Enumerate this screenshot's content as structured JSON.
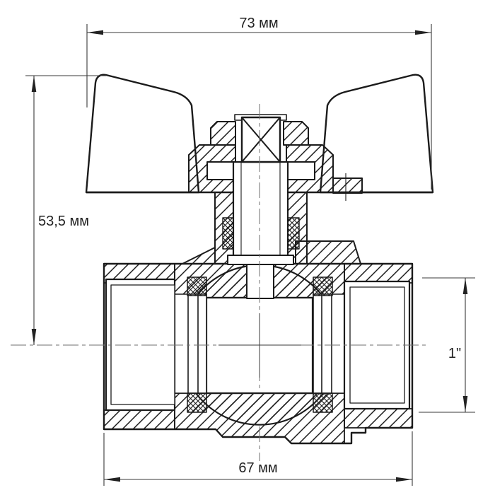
{
  "meta": {
    "title": "Ball valve cross-section technical drawing",
    "background_color": "#ffffff",
    "line_color": "#1b1b1b",
    "dimension_line_color": "#3a3a3a",
    "text_color": "#222222"
  },
  "dimensions": {
    "overall_width": {
      "label": "73 мм",
      "value": 73,
      "unit": "mm",
      "position": "top"
    },
    "overall_height": {
      "label": "53,5 мм",
      "value": 53.5,
      "unit": "mm",
      "position": "left"
    },
    "connection_size": {
      "label": "1\"",
      "value": 1,
      "unit": "inch",
      "position": "right"
    },
    "body_length": {
      "label": "67 мм",
      "value": 67,
      "unit": "mm",
      "position": "bottom"
    }
  }
}
